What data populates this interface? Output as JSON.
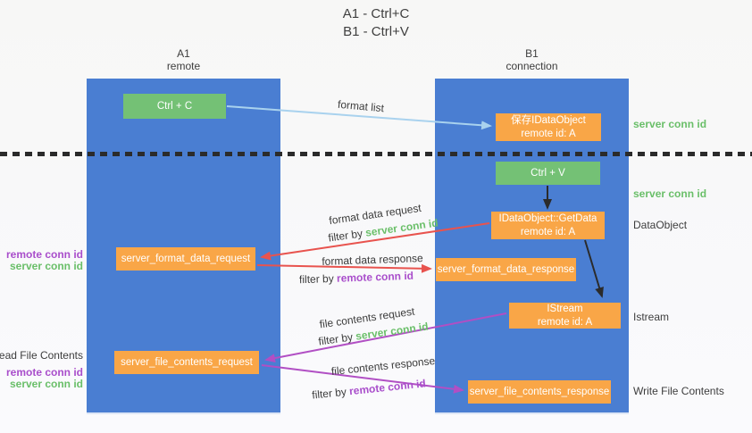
{
  "title": {
    "line1": "A1 - Ctrl+C",
    "line2": "B1 - Ctrl+V"
  },
  "columns": {
    "a1": {
      "name": "A1",
      "subtitle": "remote"
    },
    "b1": {
      "name": "B1",
      "subtitle": "connection"
    }
  },
  "nodes": {
    "ctrl_c": {
      "label": "Ctrl + C"
    },
    "ctrl_v": {
      "label": "Ctrl + V"
    },
    "save_idataobject": {
      "line1": "保存IDataObject",
      "line2": "remote id: A"
    },
    "getdata": {
      "line1": "IDataObject::GetData",
      "line2": "remote id: A"
    },
    "istream": {
      "line1": "IStream",
      "line2": "remote id: A"
    },
    "server_format_data_request": {
      "label": "server_format_data_request"
    },
    "server_format_data_response": {
      "label": "server_format_data_response"
    },
    "server_file_contents_request": {
      "label": "server_file_contents_request"
    },
    "server_file_contents_response": {
      "label": "server_file_contents_response"
    }
  },
  "side_labels": {
    "right_server_conn_id_top": "server conn id",
    "right_server_conn_id_mid": "server conn id",
    "dataobject": "DataObject",
    "istream": "Istream",
    "write_file_contents": "Write File Contents",
    "left_remote_conn_id_top": "remote conn id",
    "left_server_conn_id_top": "server conn id",
    "read_file_contents": "Read File Contents",
    "left_remote_conn_id_bottom": "remote conn id",
    "left_server_conn_id_bottom": "server conn id"
  },
  "annotations": {
    "format_list": "format list",
    "format_data_request": "format data request",
    "format_data_response": "format data response",
    "file_contents_request": "file contents request",
    "file_contents_response": "file contents response",
    "filter_by": "filter by ",
    "server_conn_id": "server conn id",
    "remote_conn_id": "remote conn id"
  },
  "colors": {
    "column_blue": "#4a7ed2",
    "box_green": "#74c175",
    "box_orange": "#f9a647",
    "arrow_red": "#e8534e",
    "arrow_purple": "#b14fc4",
    "arrow_light_blue": "#a9d2ee",
    "arrow_black": "#2b2b2b",
    "text_green": "#6abf69",
    "text_purple": "#a94ecb"
  }
}
